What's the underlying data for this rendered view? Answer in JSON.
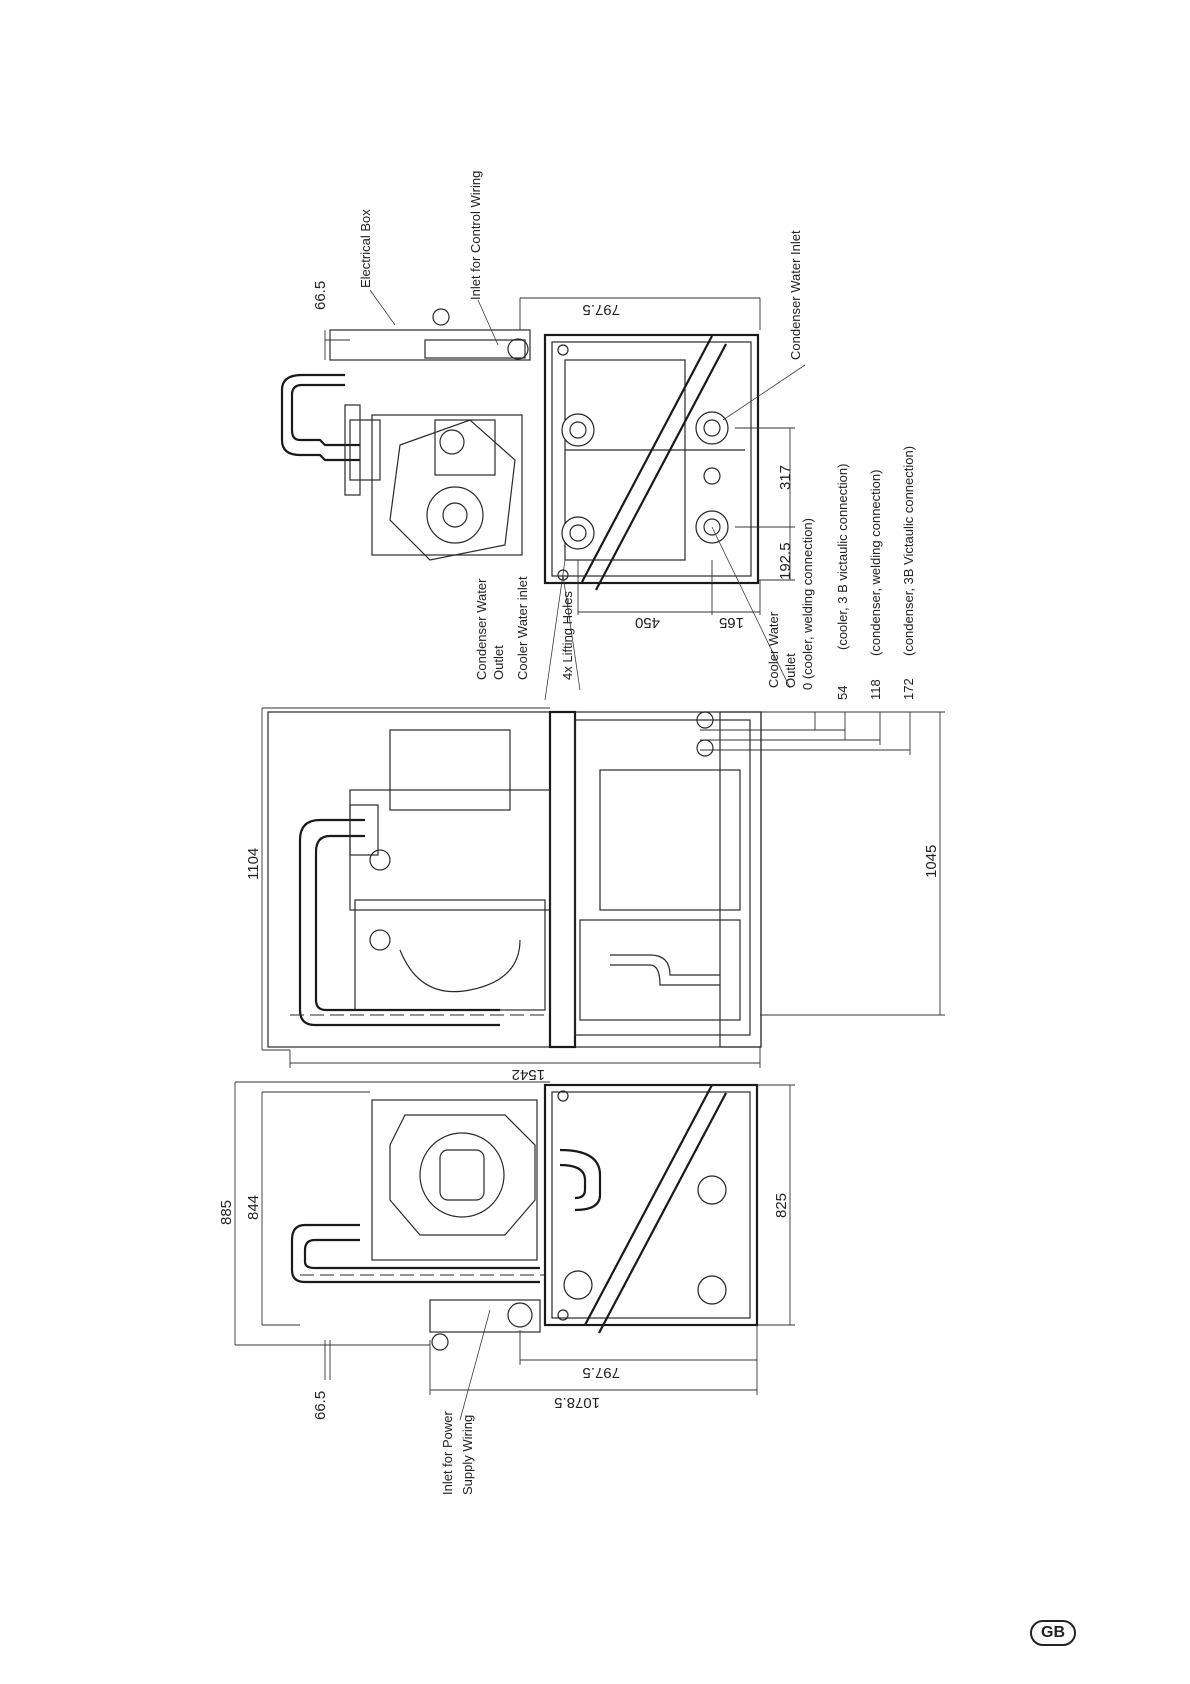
{
  "labels": {
    "electrical_box": "Electrical Box",
    "inlet_control_wiring": "Inlet for Control Wiring",
    "condenser_water_inlet": "Condenser Water Inlet",
    "condenser_water_outlet_1": "Condenser Water",
    "condenser_water_outlet_2": "Outlet",
    "cooler_water_inlet": "Cooler Water inlet",
    "lifting_holes": "4x Lifting Holes",
    "cooler_water_outlet_1": "Cooler Water",
    "cooler_water_outlet_2": "Outlet",
    "conn_0": "0 (cooler, welding connection)",
    "conn_54": "(cooler, 3 B victaulic connection)",
    "conn_118": "(condenser, welding connection)",
    "conn_172": "(condenser, 3B Victaulic connection)",
    "inlet_power_1": "Inlet for Power",
    "inlet_power_2": "Supply Wiring"
  },
  "dimensions": {
    "top_66_5": "66.5",
    "top_797_5": "797.5",
    "d317": "317",
    "d192_5": "192.5",
    "d450": "450",
    "d165": "165",
    "n54": "54",
    "n118": "118",
    "n172": "172",
    "d1104": "1104",
    "d1045": "1045",
    "d1542": "1542",
    "d885": "885",
    "d844": "844",
    "d825": "825",
    "bot_797_5": "797.5",
    "d1078_5": "1078.5",
    "bot_66_5": "66.5"
  },
  "badge": "GB"
}
